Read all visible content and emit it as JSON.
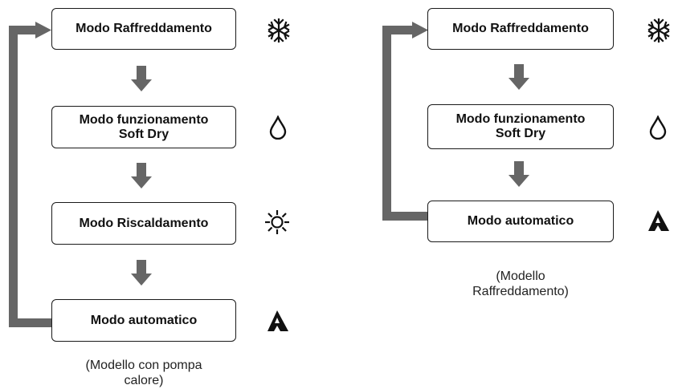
{
  "colors": {
    "arrow": "#666666",
    "box_border": "#1a1a1a",
    "text": "#111111"
  },
  "left_diagram": {
    "boxes": [
      {
        "line1": "Modo Raffreddamento",
        "line2": "",
        "icon": "snowflake-icon"
      },
      {
        "line1": "Modo funzionamento",
        "line2": "Soft Dry",
        "icon": "water-drop-icon"
      },
      {
        "line1": "Modo Riscaldamento",
        "line2": "",
        "icon": "sun-icon"
      },
      {
        "line1": "Modo automatico",
        "line2": "",
        "icon": "auto-mode-icon"
      }
    ],
    "caption_line1": "(Modello con pompa",
    "caption_line2": "calore)"
  },
  "right_diagram": {
    "boxes": [
      {
        "line1": "Modo Raffreddamento",
        "line2": "",
        "icon": "snowflake-icon"
      },
      {
        "line1": "Modo funzionamento",
        "line2": "Soft Dry",
        "icon": "water-drop-icon"
      },
      {
        "line1": "Modo automatico",
        "line2": "",
        "icon": "auto-mode-icon"
      }
    ],
    "caption_line1": "(Modello",
    "caption_line2": "Raffreddamento)"
  }
}
